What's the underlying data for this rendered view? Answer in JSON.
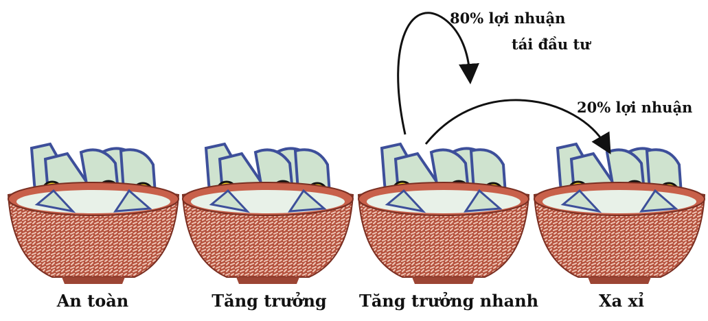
{
  "baskets": [
    {
      "label": "An toàn"
    },
    {
      "label": "Tăng trưởng"
    },
    {
      "label": "Tăng trưởng nhanh"
    },
    {
      "label": "Xa xỉ"
    }
  ],
  "arrows": {
    "reinvest": {
      "line1": "80% lợi nhuận",
      "line2": "tái đầu tư"
    },
    "profit": {
      "label": "20% lợi nhuận"
    }
  },
  "icons": {
    "bill": "dollar-bill-icon",
    "coin": "dollar-coin-icon",
    "basket": "woven-basket-icon"
  },
  "colors": {
    "basket_fill": "#b5533f",
    "basket_pattern": "#f0c8b8",
    "basket_rim": "#c8604a",
    "bill_fill": "#cfe3cf",
    "bill_stroke": "#3d4f9a",
    "coin_fill": "#f4d21f"
  }
}
